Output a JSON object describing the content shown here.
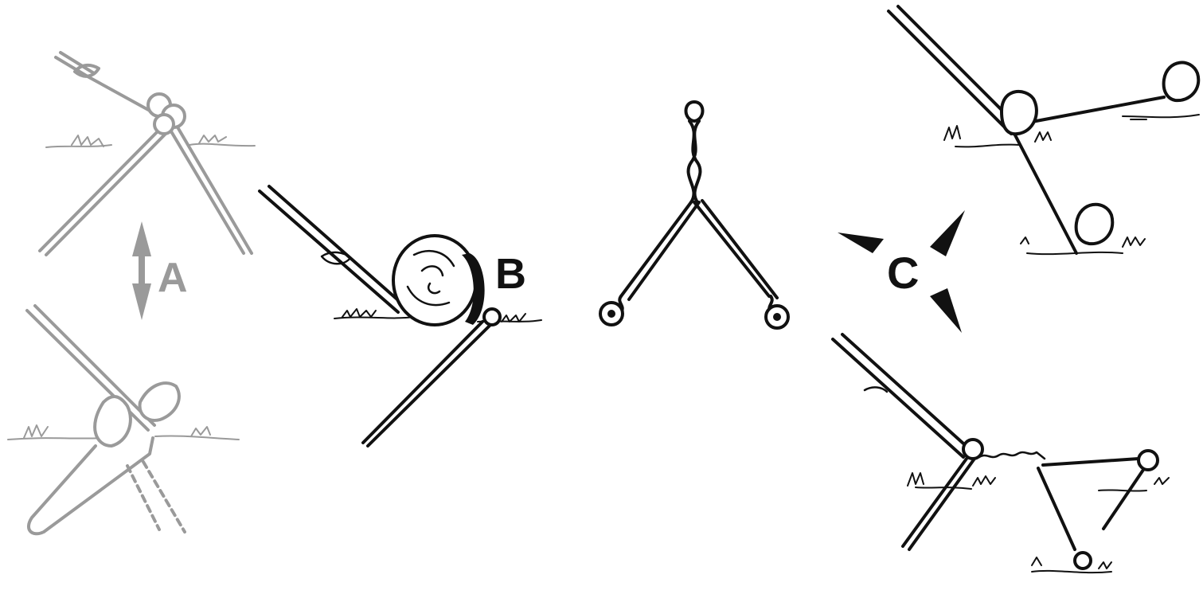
{
  "labels": {
    "a": "A",
    "b": "B",
    "c": "C"
  },
  "colors": {
    "panel_a": "#9a9a9a",
    "ink": "#111111",
    "background": "#ffffff"
  },
  "icons": {
    "a_arrow": "double-headed-vertical-arrow-icon",
    "c_arrows": "four-pointing-arrowheads-icon"
  }
}
